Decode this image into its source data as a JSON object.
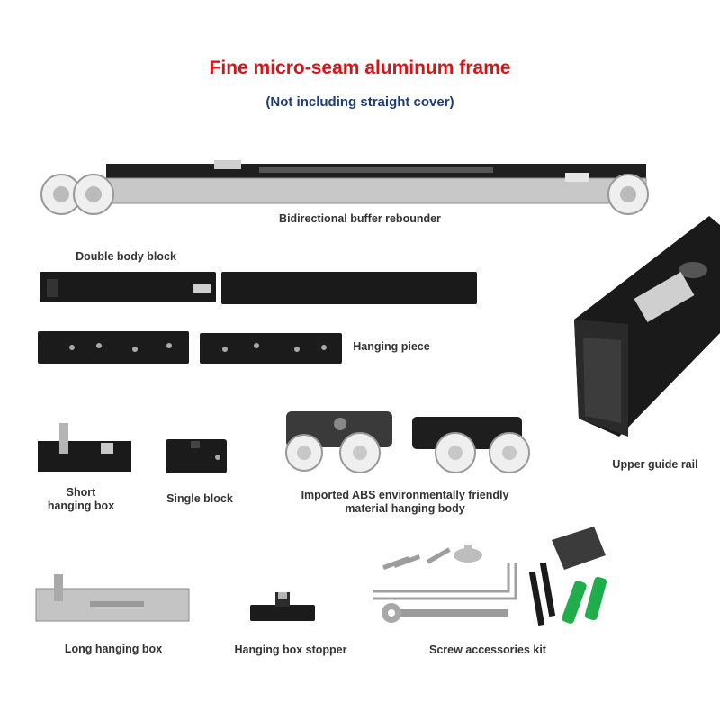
{
  "header": {
    "title": "Fine micro-seam aluminum frame",
    "subtitle": "(Not including straight cover)"
  },
  "parts": {
    "buffer_rebounder": "Bidirectional buffer rebounder",
    "double_body_block": "Double body block",
    "hanging_piece": "Hanging piece",
    "upper_guide_rail": "Upper guide rail",
    "short_hanging_box_line1": "Short",
    "short_hanging_box_line2": "hanging box",
    "single_block": "Single block",
    "abs_hanging_body_line1": "Imported ABS environmentally friendly",
    "abs_hanging_body_line2": "material hanging body",
    "long_hanging_box": "Long hanging box",
    "hanging_box_stopper": "Hanging box stopper",
    "screw_kit": "Screw accessories kit"
  },
  "colors": {
    "title": "#d7141a",
    "subtitle": "#1d3d78",
    "label": "#333333"
  }
}
